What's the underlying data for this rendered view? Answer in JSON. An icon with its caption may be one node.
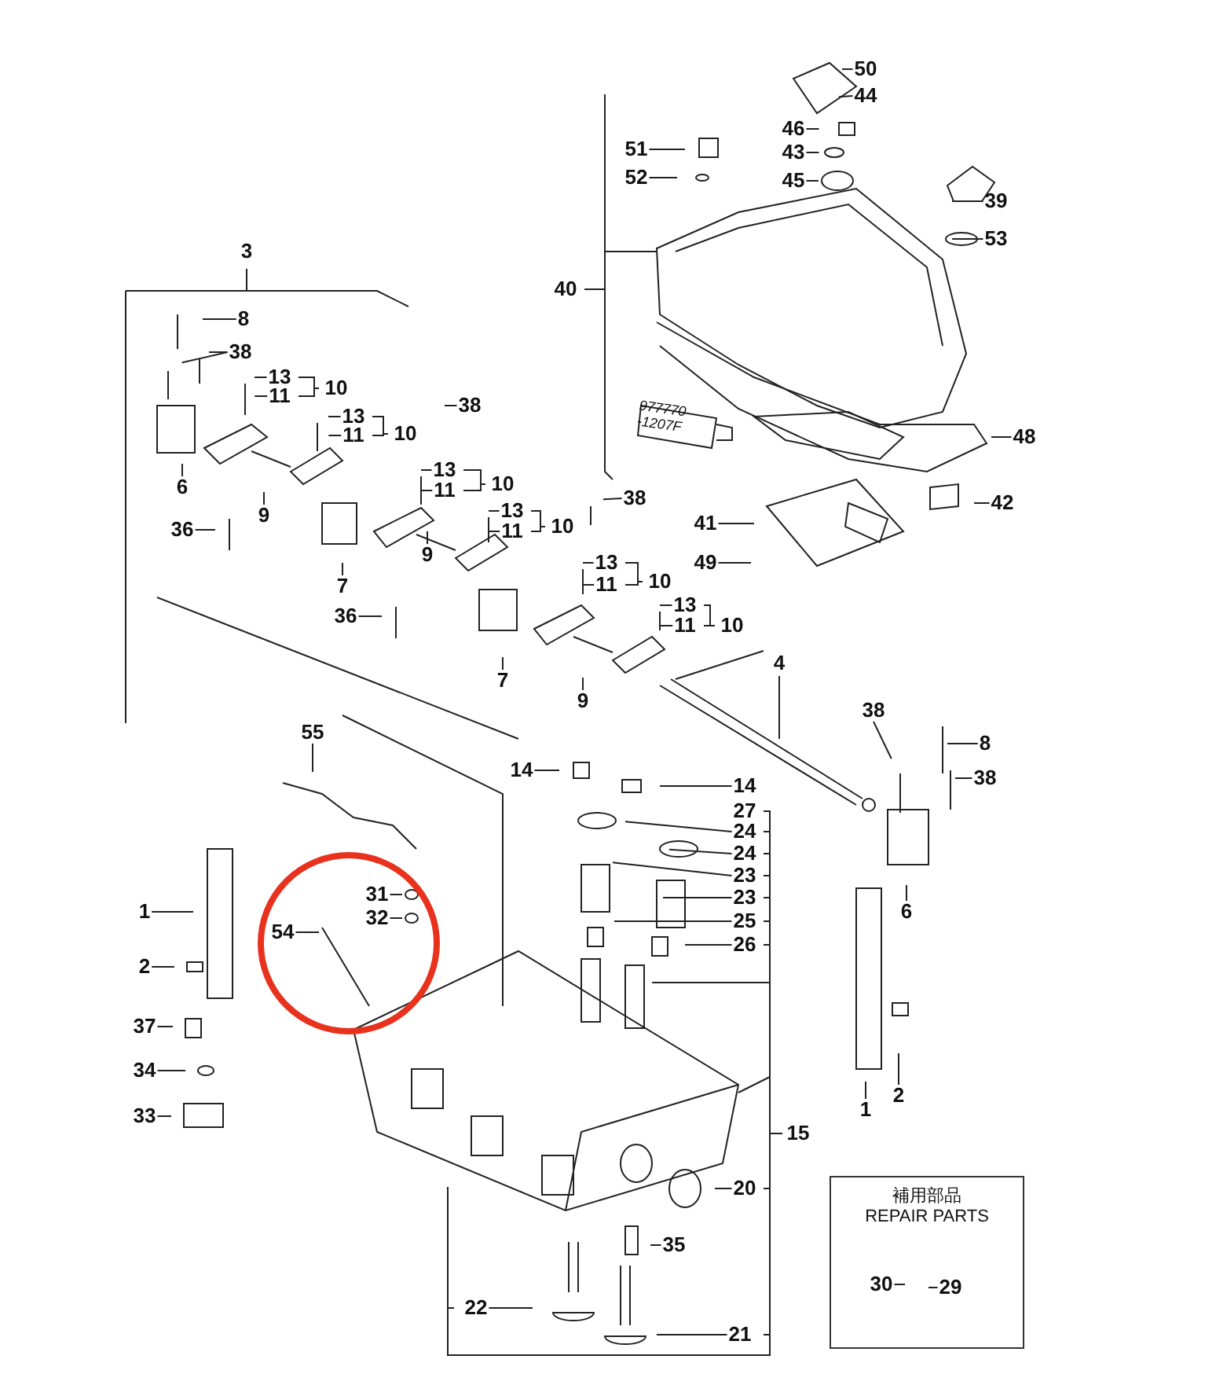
{
  "diagram": {
    "nodes": [
      {
        "text": [
          "50"
        ]
      },
      {
        "text": [
          "44"
        ]
      },
      {
        "text": [
          "46"
        ]
      },
      {
        "text": [
          "51"
        ]
      },
      {
        "text": [
          "43"
        ]
      },
      {
        "text": [
          "45"
        ]
      },
      {
        "text": [
          "52"
        ]
      },
      {
        "text": [
          "39"
        ]
      },
      {
        "text": [
          "53"
        ]
      },
      {
        "text": [
          "8"
        ]
      },
      {
        "text": [
          "38"
        ]
      },
      {
        "text": [
          "13"
        ]
      },
      {
        "text": [
          "11"
        ]
      },
      {
        "text": [
          "13"
        ]
      },
      {
        "text": [
          "11"
        ]
      },
      {
        "text": [
          "38"
        ]
      },
      {
        "text": [
          "48"
        ]
      },
      {
        "text": [
          "6"
        ]
      },
      {
        "text": [
          "13"
        ]
      },
      {
        "text": [
          "11"
        ]
      },
      {
        "text": [
          "38"
        ]
      },
      {
        "text": [
          "42"
        ]
      },
      {
        "text": [
          "9"
        ]
      },
      {
        "text": [
          "13"
        ]
      },
      {
        "text": [
          "11"
        ]
      },
      {
        "text": [
          "41"
        ]
      },
      {
        "text": [
          "36"
        ]
      },
      {
        "text": [
          "9"
        ]
      },
      {
        "text": [
          "49"
        ]
      },
      {
        "text": [
          "13"
        ]
      },
      {
        "text": [
          "7"
        ]
      },
      {
        "text": [
          "11"
        ]
      },
      {
        "text": [
          "13"
        ]
      },
      {
        "text": [
          "36"
        ]
      },
      {
        "text": [
          "11"
        ]
      },
      {
        "text": [
          "7"
        ]
      },
      {
        "text": [
          "9"
        ]
      },
      {
        "text": [
          "38"
        ]
      },
      {
        "text": [
          "8"
        ]
      },
      {
        "text": [
          "14"
        ]
      },
      {
        "text": [
          "38"
        ]
      },
      {
        "text": [
          "14"
        ]
      },
      {
        "text": [
          "24"
        ]
      },
      {
        "text": [
          "24"
        ]
      },
      {
        "text": [
          "23"
        ]
      },
      {
        "text": [
          "23"
        ]
      },
      {
        "text": [
          "6"
        ]
      },
      {
        "text": [
          "1"
        ]
      },
      {
        "text": [
          "25"
        ]
      },
      {
        "text": [
          "31"
        ]
      },
      {
        "text": [
          "32"
        ]
      },
      {
        "text": [
          "54"
        ]
      },
      {
        "text": [
          "26"
        ]
      },
      {
        "text": [
          "2"
        ]
      },
      {
        "text": [
          "37"
        ]
      },
      {
        "text": [
          "34"
        ]
      },
      {
        "text": [
          "1"
        ]
      },
      {
        "text": [
          "2"
        ]
      },
      {
        "text": [
          "33"
        ]
      },
      {
        "text": [
          "20"
        ]
      },
      {
        "text": [
          "35"
        ]
      },
      {
        "text": [
          "22"
        ]
      },
      {
        "text": [
          "21"
        ]
      },
      {
        "text": [
          "補用部品",
          "REPAIR PARTS"
        ]
      },
      {
        "text": [
          "30"
        ],
        "in": 63
      },
      {
        "text": [
          "29"
        ],
        "in": 63
      },
      {
        "text": [
          "55"
        ]
      }
    ],
    "edges": [
      {
        "from": 0,
        "to": null,
        "arrow": "none"
      },
      {
        "from": 1,
        "to": null,
        "arrow": "none"
      },
      {
        "from": 2,
        "to": null,
        "arrow": "none"
      },
      {
        "from": 3,
        "to": null,
        "arrow": "none"
      },
      {
        "from": 4,
        "to": null,
        "arrow": "none"
      },
      {
        "from": 5,
        "to": null,
        "arrow": "none"
      },
      {
        "from": 6,
        "to": null,
        "arrow": "none"
      },
      {
        "from": 7,
        "to": null,
        "arrow": "none"
      },
      {
        "from": 8,
        "to": null,
        "arrow": "none"
      },
      {
        "from": 9,
        "to": null,
        "arrow": "none"
      },
      {
        "from": 10,
        "to": null,
        "arrow": "none"
      },
      {
        "from": 10,
        "to": null,
        "arrow": "none"
      },
      {
        "from": 11,
        "to": null,
        "arrow": "none"
      },
      {
        "from": 12,
        "to": null,
        "arrow": "none"
      },
      {
        "from": 13,
        "to": null,
        "arrow": "none"
      },
      {
        "from": 14,
        "to": null,
        "arrow": "none"
      },
      {
        "from": 15,
        "to": null,
        "arrow": "none"
      },
      {
        "from": 16,
        "to": null,
        "arrow": "none"
      },
      {
        "from": 17,
        "to": null,
        "arrow": "none"
      },
      {
        "from": 18,
        "to": null,
        "arrow": "none"
      },
      {
        "from": 19,
        "to": null,
        "arrow": "none"
      },
      {
        "from": 20,
        "to": null,
        "arrow": "none"
      },
      {
        "from": 21,
        "to": null,
        "arrow": "none"
      },
      {
        "from": 22,
        "to": null,
        "arrow": "none"
      },
      {
        "from": 23,
        "to": null,
        "arrow": "none"
      },
      {
        "from": 24,
        "to": null,
        "arrow": "none"
      },
      {
        "from": 25,
        "to": null,
        "arrow": "none"
      },
      {
        "from": 26,
        "to": null,
        "arrow": "none"
      },
      {
        "from": 27,
        "to": null,
        "arrow": "none"
      },
      {
        "from": 28,
        "to": null,
        "arrow": "none"
      },
      {
        "from": 29,
        "to": null,
        "arrow": "none"
      },
      {
        "from": 30,
        "to": null,
        "arrow": "none"
      },
      {
        "from": 31,
        "to": null,
        "arrow": "none"
      },
      {
        "from": 32,
        "to": null,
        "arrow": "none"
      },
      {
        "from": 33,
        "to": null,
        "arrow": "none"
      },
      {
        "from": 34,
        "to": null,
        "arrow": "none"
      },
      {
        "from": 35,
        "to": null,
        "arrow": "none"
      },
      {
        "from": 36,
        "to": null,
        "arrow": "none"
      },
      {
        "from": 37,
        "to": null,
        "arrow": "none"
      },
      {
        "from": 38,
        "to": null,
        "arrow": "none"
      },
      {
        "from": 39,
        "to": null,
        "arrow": "none"
      },
      {
        "from": 40,
        "to": null,
        "arrow": "none"
      },
      {
        "from": 41,
        "to": null,
        "arrow": "none"
      },
      {
        "from": 42,
        "to": null,
        "arrow": "none"
      },
      {
        "from": 43,
        "to": null,
        "arrow": "none"
      },
      {
        "from": 44,
        "to": null,
        "arrow": "none"
      },
      {
        "from": 45,
        "to": null,
        "arrow": "none"
      },
      {
        "from": 46,
        "to": null,
        "arrow": "none"
      },
      {
        "from": 47,
        "to": null,
        "arrow": "none"
      },
      {
        "from": 48,
        "to": null,
        "arrow": "none"
      },
      {
        "from": 49,
        "to": null,
        "arrow": "none"
      },
      {
        "from": 50,
        "to": null,
        "arrow": "none"
      },
      {
        "from": 51,
        "to": null,
        "arrow": "none"
      },
      {
        "from": 52,
        "to": null,
        "arrow": "none"
      },
      {
        "from": 53,
        "to": null,
        "arrow": "none"
      },
      {
        "from": 54,
        "to": null,
        "arrow": "none"
      },
      {
        "from": 55,
        "to": null,
        "arrow": "none"
      },
      {
        "from": 56,
        "to": null,
        "arrow": "none"
      },
      {
        "from": 57,
        "to": null,
        "arrow": "none"
      },
      {
        "from": 58,
        "to": null,
        "arrow": "none"
      },
      {
        "from": 59,
        "to": null,
        "arrow": "none"
      },
      {
        "from": 60,
        "to": null,
        "arrow": "none"
      },
      {
        "from": 61,
        "to": null,
        "arrow": "none"
      },
      {
        "from": 62,
        "to": null,
        "arrow": "none"
      },
      {
        "from": 64,
        "to": null,
        "arrow": "none"
      },
      {
        "from": 65,
        "to": null,
        "arrow": "none"
      },
      {
        "from": 66,
        "to": null,
        "arrow": "none"
      }
    ],
    "labels": [
      "3",
      "40",
      "10",
      "977770 -1207F",
      "10",
      "10",
      "10",
      "10",
      "10",
      "4",
      "27",
      "15"
    ]
  }
}
